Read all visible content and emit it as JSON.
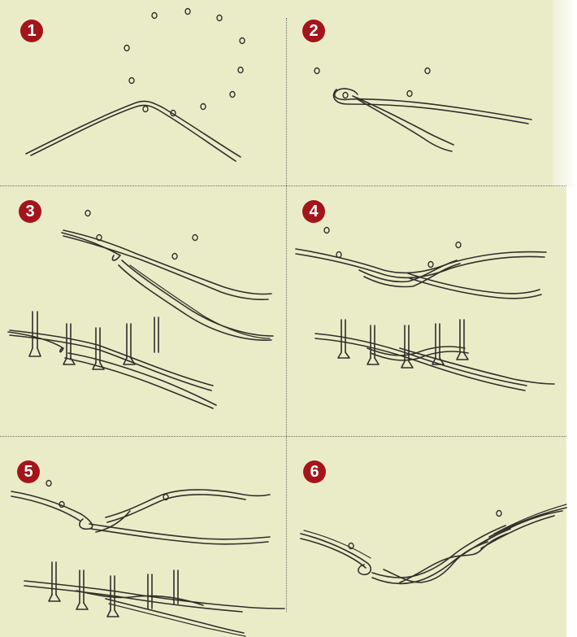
{
  "panels": [
    {
      "number": "1"
    },
    {
      "number": "2"
    },
    {
      "number": "3"
    },
    {
      "number": "4"
    },
    {
      "number": "5"
    },
    {
      "number": "6"
    }
  ],
  "colors": {
    "paper": "#eaecc8",
    "badge": "#a4151b",
    "ink": "#2f2f2a",
    "divider": "#6b6b5a"
  }
}
